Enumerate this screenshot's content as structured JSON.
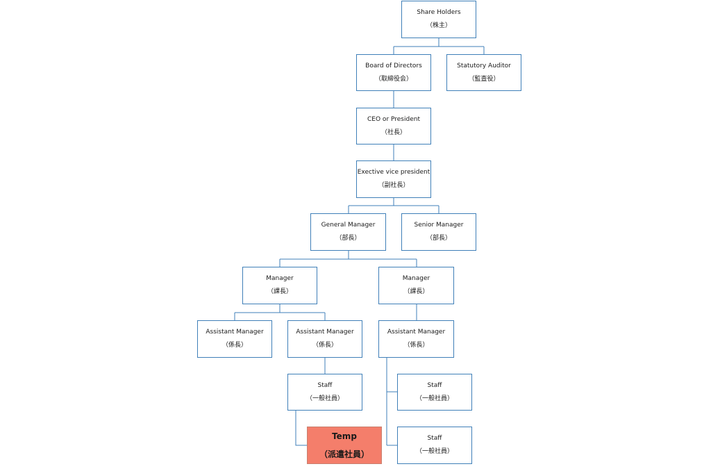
{
  "colors": {
    "border": "#3f7fb8",
    "connector": "#3f7fb8",
    "highlight_fill": "#f47e6b"
  },
  "nodes": {
    "shareholders": {
      "title": "Share Holders",
      "jp": "（株主）"
    },
    "board": {
      "title": "Board of Directors",
      "jp": "（取締役会）"
    },
    "auditor": {
      "title": "Statutory Auditor",
      "jp": "（監査役）"
    },
    "ceo": {
      "title": "CEO or President",
      "jp": "（社長）"
    },
    "evp": {
      "title": "Exective vice president",
      "jp": "（副社長）"
    },
    "gm": {
      "title": "General Manager",
      "jp": "（部長）"
    },
    "sm": {
      "title": "Senior Manager",
      "jp": "（部長）"
    },
    "mgr1": {
      "title": "Manager",
      "jp": "（課長）"
    },
    "mgr2": {
      "title": "Manager",
      "jp": "（課長）"
    },
    "am1": {
      "title": "Assistant Manager",
      "jp": "（係長）"
    },
    "am2": {
      "title": "Assistant Manager",
      "jp": "（係長）"
    },
    "am3": {
      "title": "Assistant Manager",
      "jp": "（係長）"
    },
    "staff1": {
      "title": "Staff",
      "jp": "（一般社員）"
    },
    "staff2": {
      "title": "Staff",
      "jp": "（一般社員）"
    },
    "staff3": {
      "title": "Staff",
      "jp": "（一般社員）"
    },
    "temp": {
      "title": "Temp",
      "jp": "（派遣社員）"
    }
  }
}
